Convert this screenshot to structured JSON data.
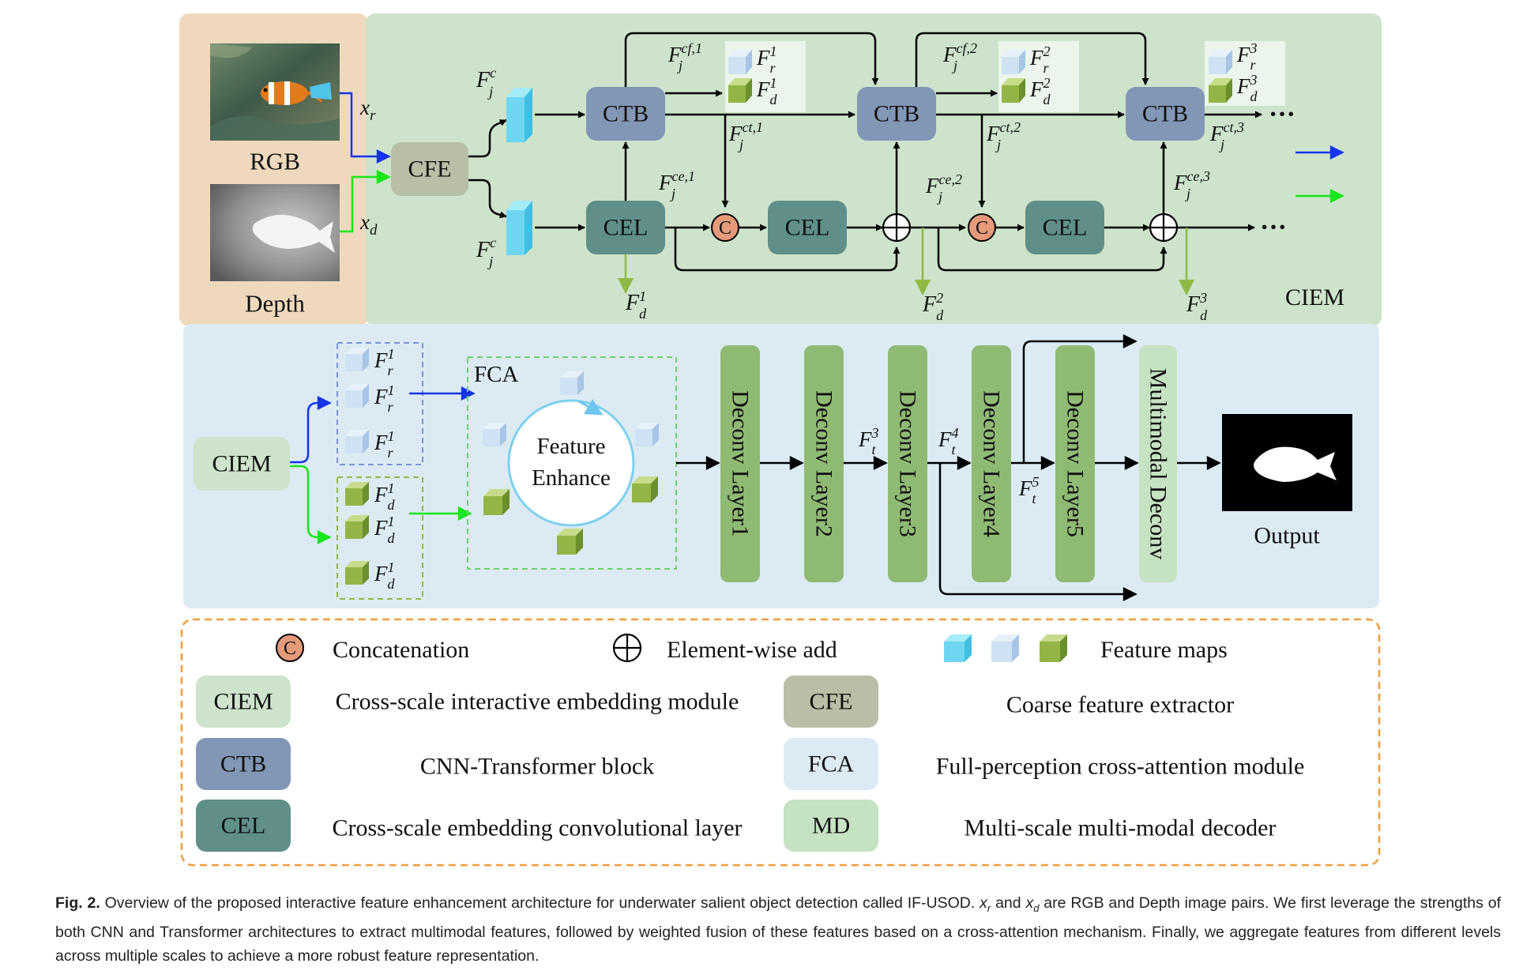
{
  "input": {
    "rgb_label": "RGB",
    "depth_label": "Depth",
    "xr": "x",
    "xr_sub": "r",
    "xd": "x",
    "xd_sub": "d"
  },
  "blocks": {
    "cfe": "CFE",
    "ctb": "CTB",
    "cel": "CEL",
    "concat_symbol": "C",
    "ciem": "CIEM",
    "fca": "FCA",
    "feature_enhance_1": "Feature",
    "feature_enhance_2": "Enhance",
    "deconv1": "Deconv Layer1",
    "deconv2": "Deconv Layer2",
    "deconv3": "Deconv Layer3",
    "deconv4": "Deconv Layer4",
    "deconv5": "Deconv Layer5",
    "multimodal": "Multimodal Deconv",
    "output": "Output",
    "dots": "···"
  },
  "features": {
    "F": "F",
    "sub_j": "j",
    "sub_r": "r",
    "sub_d": "d",
    "sub_t": "t",
    "sup_c": "c",
    "sup_cf1": "cf,1",
    "sup_cf2": "cf,2",
    "sup_ct1": "ct,1",
    "sup_ct2": "ct,2",
    "sup_ct3": "ct,3",
    "sup_ce1": "ce,1",
    "sup_ce2": "ce,2",
    "sup_ce3": "ce,3",
    "sup_1": "1",
    "sup_2": "2",
    "sup_3": "3",
    "sup_4": "4",
    "sup_5": "5"
  },
  "legend": {
    "concatenation": "Concatenation",
    "element_add": "Element-wise add",
    "feature_maps": "Feature maps",
    "ciem_desc": "Cross-scale interactive embedding module",
    "ctb_desc": "CNN-Transformer block",
    "cel_desc": "Cross-scale embedding convolutional layer",
    "cfe_desc": "Coarse feature extractor",
    "fca_desc": "Full-perception cross-attention module",
    "md": "MD",
    "md_desc": "Multi-scale multi-modal decoder"
  },
  "caption": {
    "label": "Fig. 2.",
    "p1": " Overview of the proposed interactive feature enhancement architecture for underwater salient object detection called IF-USOD. ",
    "xr": "x",
    "xr_sub": "r",
    "and": " and ",
    "xd": "x",
    "xd_sub": "d",
    "p2": " are RGB and Depth image pairs. We first leverage the strengths of both CNN and Transformer architectures to extract multimodal features, followed by weighted fusion of these features based on a cross-attention mechanism. Finally, we aggregate features from different levels across multiple scales to achieve a more robust feature representation."
  },
  "colors": {
    "input_panel": "#efd9bd",
    "ciem_panel": "#cde3cb",
    "decoder_panel": "#dcebf3",
    "ctb": "#8297b6",
    "cel": "#5f8f88",
    "cfe": "#b9bea6",
    "ciem_block": "#cde3cb",
    "fca_block": "#dcebf3",
    "md_block": "#c5e2c2",
    "deconv": "#8fba74",
    "concat": "#e59a7a",
    "legend_border": "#f29d3d"
  }
}
